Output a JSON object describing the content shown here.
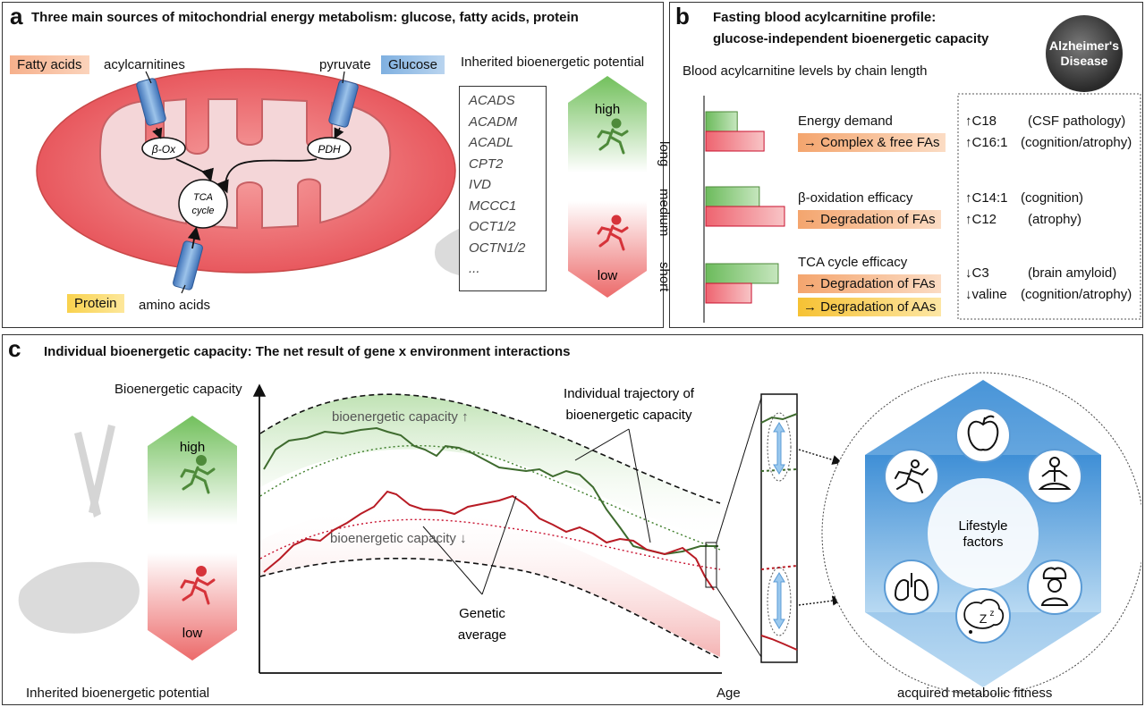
{
  "panel_a": {
    "letter": "a",
    "title": "Three main sources of mitochondrial energy metabolism: glucose, fatty acids, protein",
    "fatty_acids": "Fatty acids",
    "acylcarnitines": "acylcarnitines",
    "pyruvate": "pyruvate",
    "glucose": "Glucose",
    "protein": "Protein",
    "amino_acids": "amino acids",
    "beta_ox": "β-Ox",
    "pdh": "PDH",
    "tca1": "TCA",
    "tca2": "cycle",
    "inherited_title": "Inherited bioenergetic potential",
    "genes": [
      "ACADS",
      "ACADM",
      "ACADL",
      "CPT2",
      "IVD",
      "MCCC1",
      "OCT1/2",
      "OCTN1/2",
      "..."
    ],
    "high": "high",
    "low": "low"
  },
  "panel_b": {
    "letter": "b",
    "title1": "Fasting blood acylcarnitine profile:",
    "title2": "glucose-independent bioenergetic capacity",
    "badge1": "Alzheimer's",
    "badge2": "Disease",
    "subtitle": "Blood acylcarnitine levels by chain length",
    "rows": [
      {
        "chain": "long",
        "green": 0.4,
        "red": 0.74,
        "heading": "Energy demand",
        "boxes": [
          "→ Complex & free FAs"
        ],
        "findings": [
          {
            "marker": "↑C18",
            "desc": "(CSF pathology)"
          },
          {
            "marker": "↑C16:1",
            "desc": "(cognition/atrophy)"
          }
        ]
      },
      {
        "chain": "medium",
        "green": 0.68,
        "red": 1.0,
        "heading": "β-oxidation efficacy",
        "boxes": [
          "→ Degradation of FAs"
        ],
        "findings": [
          {
            "marker": "↑C14:1",
            "desc": "(cognition)"
          },
          {
            "marker": "↑C12",
            "desc": "(atrophy)"
          }
        ]
      },
      {
        "chain": "short",
        "green": 0.92,
        "red": 0.58,
        "heading": "TCA cycle efficacy",
        "boxes": [
          "→ Degradation of FAs",
          "→ Degradation of AAs"
        ],
        "findings": [
          {
            "marker": "↓C3",
            "desc": "(brain amyloid)"
          },
          {
            "marker": "↓valine",
            "desc": "(cognition/atrophy)"
          }
        ]
      }
    ]
  },
  "panel_c": {
    "letter": "c",
    "title": "Individual bioenergetic capacity: The net result of gene x environment interactions",
    "y_axis": "Bioenergetic capacity",
    "x_axis": "Age",
    "high": "high",
    "low": "low",
    "inherited": "Inherited bioenergetic potential",
    "cap_up": "bioenergetic capacity ↑",
    "cap_down": "bioenergetic capacity ↓",
    "traj1": "Individual trajectory of",
    "traj2": "bioenergetic capacity",
    "gen1": "Genetic",
    "gen2": "average",
    "lifestyle1": "Lifestyle",
    "lifestyle2": "factors",
    "acquired": "acquired metabolic fitness",
    "icons": [
      "apple-icon",
      "meditation-icon",
      "cognition-icon",
      "sleep-icon",
      "lungs-icon",
      "running-icon"
    ]
  },
  "colors": {
    "green": "#4e8a3a",
    "red": "#c8102e",
    "blue": "#5b9bd5",
    "orange": "#f4a56e",
    "yellow": "#f6c234"
  }
}
